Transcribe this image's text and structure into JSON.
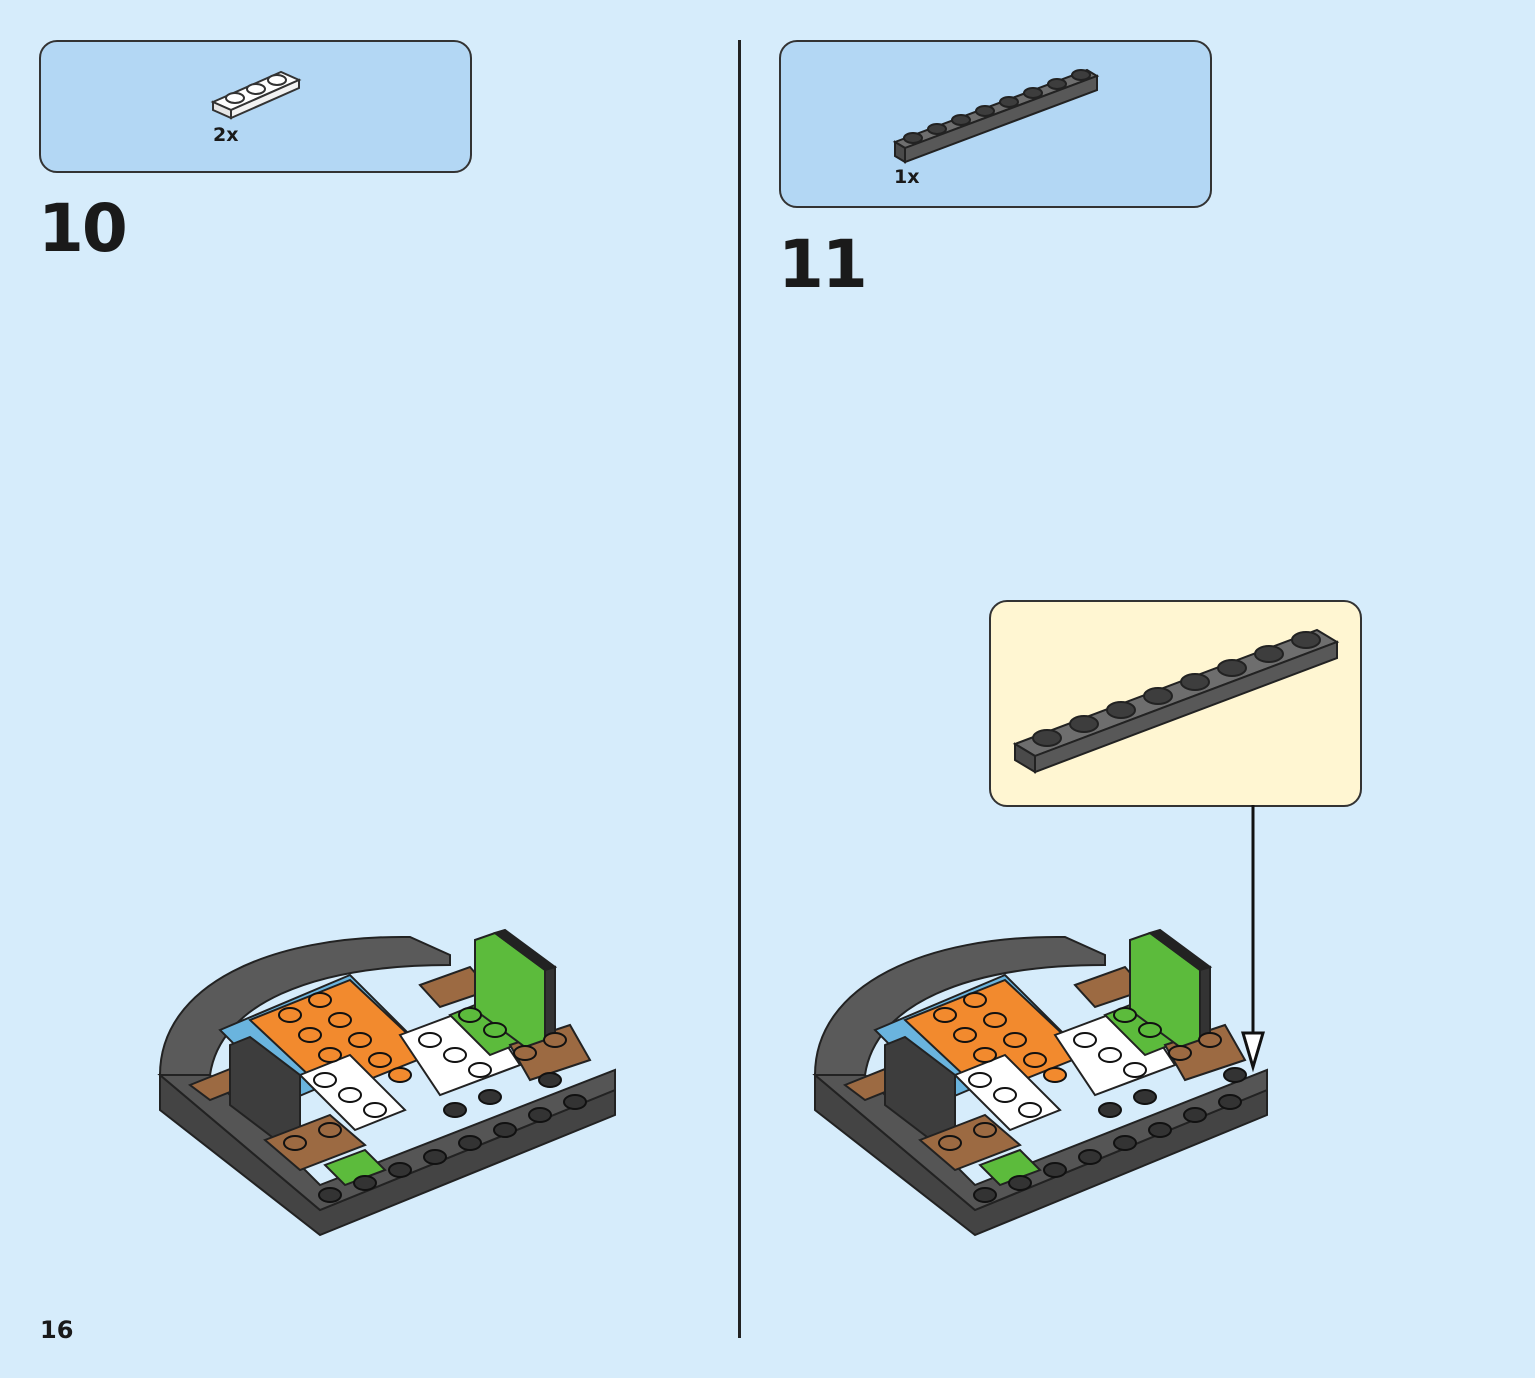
{
  "page_number": "16",
  "steps": [
    {
      "number": "10",
      "parts": [
        {
          "quantity": "2x",
          "color": "#ffffff",
          "studs": 3
        }
      ]
    },
    {
      "number": "11",
      "parts": [
        {
          "quantity": "1x",
          "color": "#5a5a5a",
          "studs": 8
        }
      ]
    }
  ],
  "colors": {
    "background": "#d6ecfb",
    "parts_box": "#b3d7f4",
    "callout": "#fff6d2",
    "dark_gray": "#4a4a4a",
    "orange": "#f28a2e",
    "blue": "#6ab4de",
    "green": "#5cbb3c",
    "brown": "#9c6a42",
    "white": "#ffffff"
  }
}
